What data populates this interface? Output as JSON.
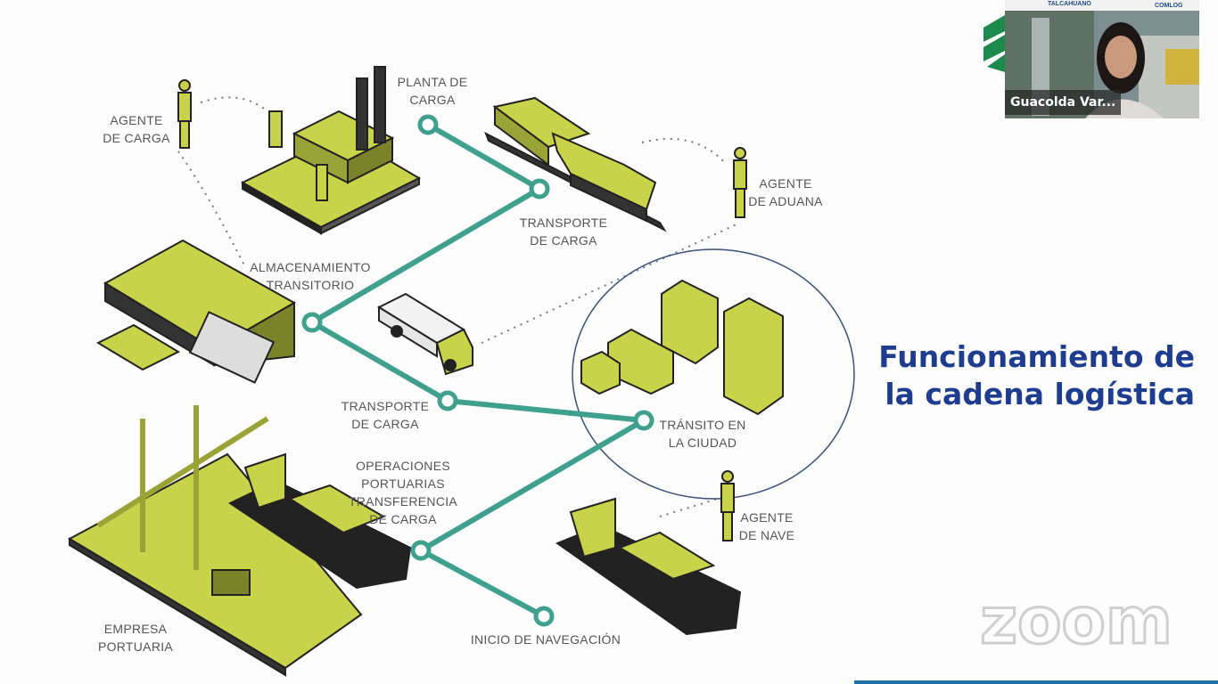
{
  "slide": {
    "title": "Funcionamiento de\nla cadena logística",
    "labels": {
      "agente_carga": "AGENTE\nDE CARGA",
      "planta_carga": "PLANTA DE\nCARGA",
      "transporte_carga_top": "TRANSPORTE\nDE CARGA",
      "agente_aduana": "AGENTE\nDE ADUANA",
      "almacenamiento": "ALMACENAMIENTO\nTRANSITORIO",
      "transporte_carga_mid": "TRANSPORTE\nDE CARGA",
      "transito_ciudad": "TRÁNSITO EN\nLA CIUDAD",
      "operaciones": "OPERACIONES\nPORTUARIAS\nTRANSFERENCIA\nDE CARGA",
      "agente_nave": "AGENTE\nDE NAVE",
      "empresa_portuaria": "EMPRESA\nPORTUARIA",
      "inicio_navegacion": "INICIO DE NAVEGACIÓN"
    }
  },
  "video": {
    "participant_name": "Guacolda Var...",
    "logos": [
      "TALCAHUANO",
      "COMLOG"
    ]
  },
  "watermark": "zoom",
  "colors": {
    "accent_green": "#c8d34a",
    "route_teal": "#3ea08d",
    "title_blue": "#1f3d8f"
  }
}
